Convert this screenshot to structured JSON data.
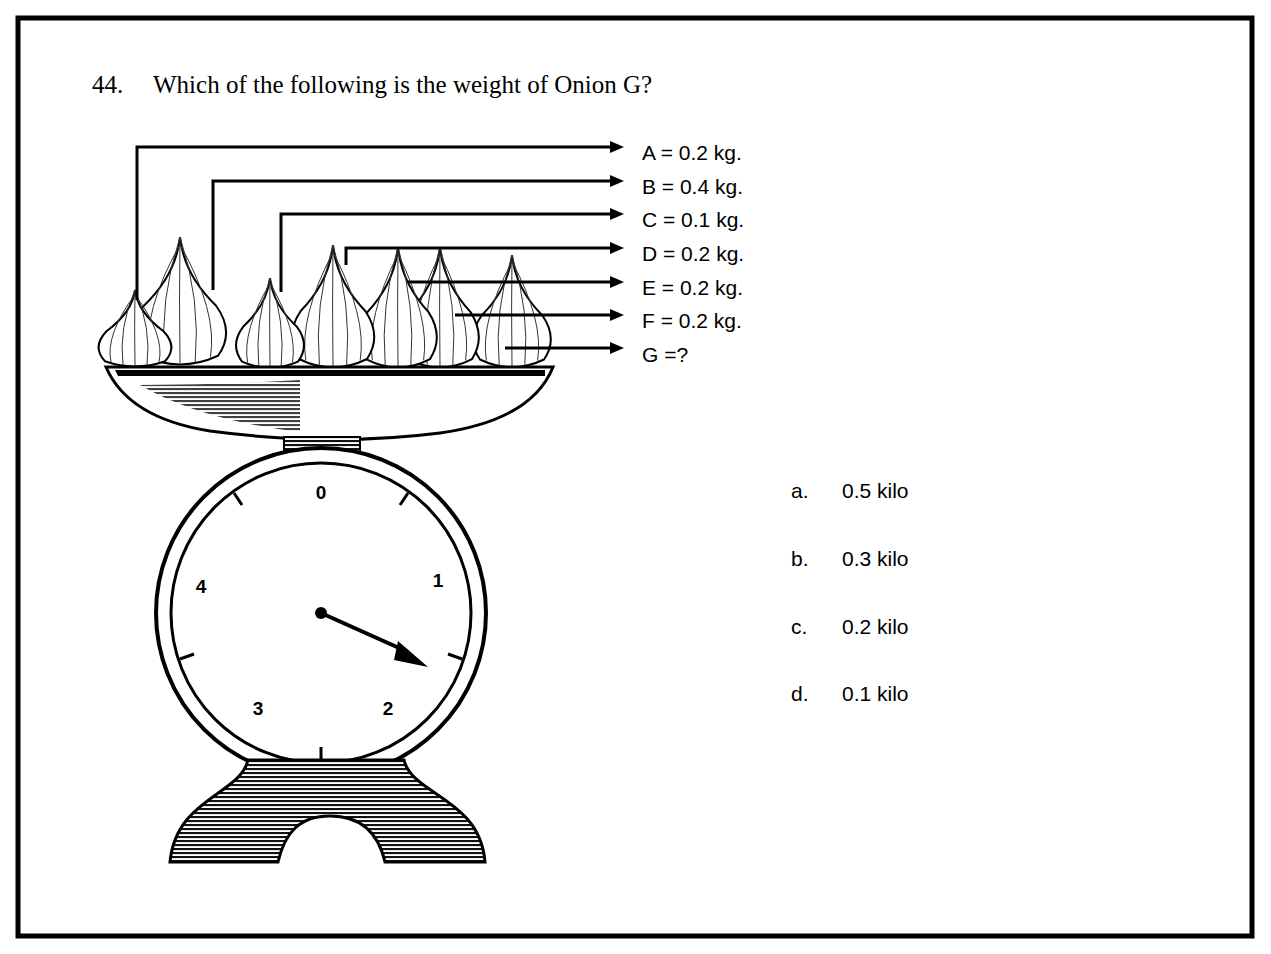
{
  "diagram": {
    "title": "Which of the following is the weight of Onion G?",
    "labels": [
      "44.",
      "A = 0.2 kg.",
      "B = 0.4 kg.",
      "C = 0.1 kg.",
      "D = 0.2 kg.",
      "E = 0.2 kg.",
      "F = 0.2 kg.",
      "G =?",
      "0",
      "1",
      "2",
      "3",
      "4",
      "a.",
      "0.5 kilo",
      "b.",
      "0.3 kilo",
      "c.",
      "0.2 kilo",
      "d.",
      "0.1 kilo"
    ]
  }
}
